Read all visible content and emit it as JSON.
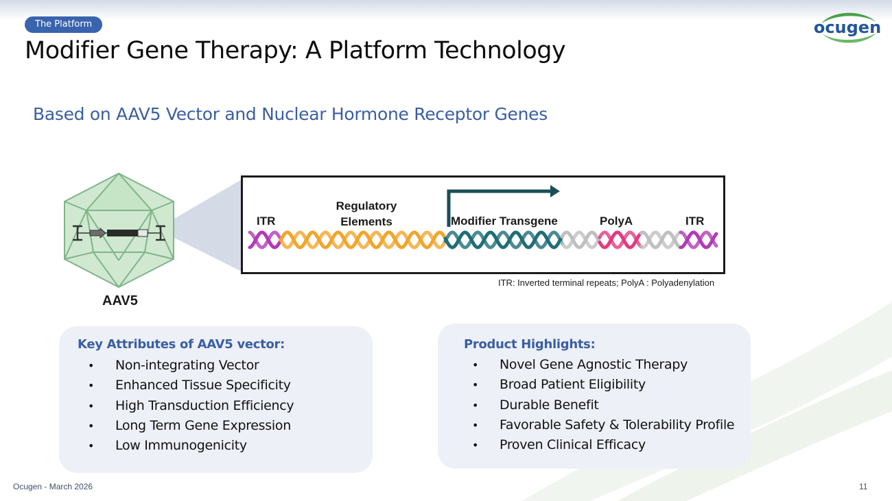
{
  "header": {
    "section_badge": "The Platform",
    "title": "Modifier Gene Therapy: A Platform Technology",
    "logo_text": "ocugen",
    "logo_icon": "ocugen-logo-icon"
  },
  "subtitle": "Based on AAV5 Vector and Nuclear Hormone Receptor Genes",
  "diagram": {
    "capsid_label": "AAV5",
    "capsid_icon": "icosahedral-capsid-icon",
    "segments": [
      {
        "label": "ITR",
        "color": "#b23bb5"
      },
      {
        "label": "Regulatory Elements",
        "color": "#f2a52a"
      },
      {
        "label": "Modifier Transgene",
        "color": "#1f6e78"
      },
      {
        "label": "PolyA",
        "color": "#e23a83"
      },
      {
        "label": "ITR",
        "color": "#b23bb5"
      }
    ],
    "spacer_color": "#bfbfbf",
    "promoter_arrow_icon": "promoter-arrow-icon",
    "footnote": "ITR: Inverted terminal repeats; PolyA : Polyadenylation"
  },
  "key_attributes": {
    "title": "Key Attributes of AAV5 vector:",
    "items": [
      "Non-integrating Vector",
      "Enhanced Tissue Specificity",
      "High Transduction Efficiency",
      "Long Term Gene Expression",
      "Low Immunogenicity"
    ]
  },
  "product_highlights": {
    "title": "Product Highlights:",
    "items": [
      "Novel Gene Agnostic Therapy",
      "Broad Patient Eligibility",
      "Durable Benefit",
      "Favorable Safety & Tolerability Profile",
      "Proven Clinical Efficacy"
    ]
  },
  "footer": {
    "left": "Ocugen - March 2026",
    "page_number": "11"
  },
  "colors": {
    "accent_blue": "#3a5ea3",
    "badge_blue": "#3a63ad",
    "card_bg": "#edf0f6",
    "logo_green": "#4aa14a"
  }
}
